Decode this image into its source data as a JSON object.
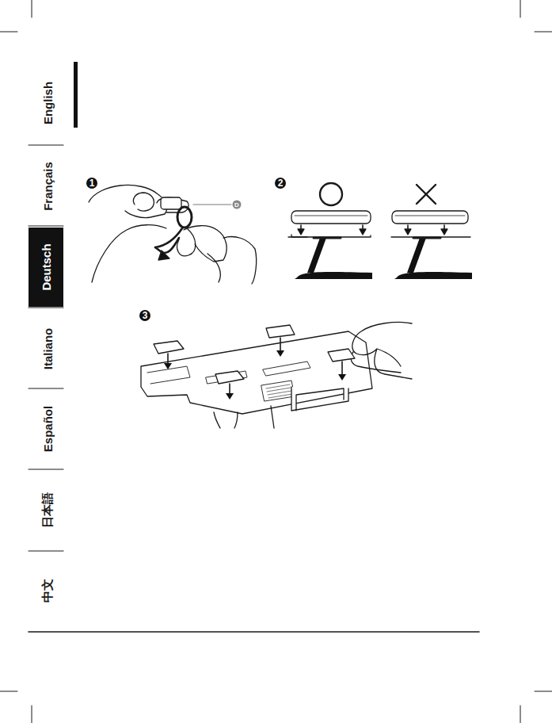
{
  "diagram": {
    "labels": [
      "English",
      "Français",
      "Deutsch",
      "Italiano",
      "Español",
      "日本語",
      "中文",
      "1",
      "D",
      "2",
      "3"
    ]
  }
}
